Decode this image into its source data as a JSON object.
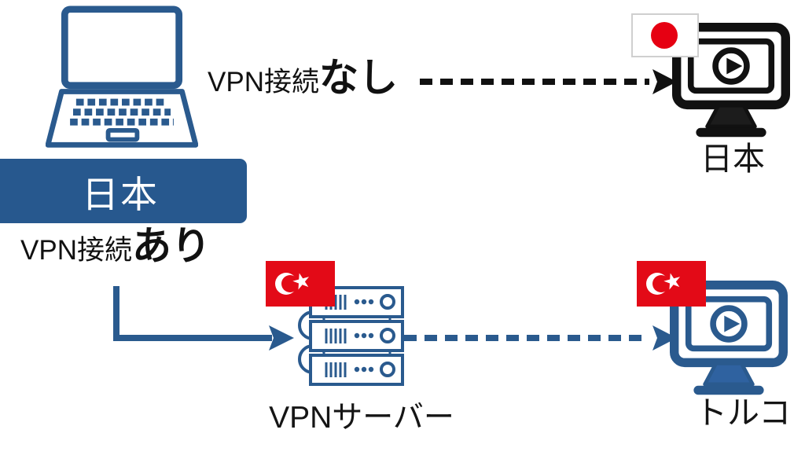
{
  "client": {
    "name": "日本",
    "device_icon": "laptop-icon"
  },
  "paths": {
    "no_vpn": {
      "label_prefix": "VPN接続",
      "label_emphasis": "なし",
      "destination": {
        "flag": "japan-flag",
        "label": "日本",
        "device_icon": "monitor-play-icon"
      }
    },
    "with_vpn": {
      "label_prefix": "VPN接続",
      "label_emphasis": "あり",
      "server": {
        "flag": "turkey-flag",
        "label": "VPNサーバー",
        "device_icon": "server-stack-icon"
      },
      "destination": {
        "flag": "turkey-flag",
        "label": "トルコ",
        "device_icon": "monitor-play-icon"
      }
    }
  },
  "colors": {
    "primary_blue": "#2a5a8e",
    "banner_blue": "#27588e",
    "arrow_black": "#111111",
    "japan_flag_red": "#e60012",
    "turkey_flag_red": "#e30a17"
  }
}
